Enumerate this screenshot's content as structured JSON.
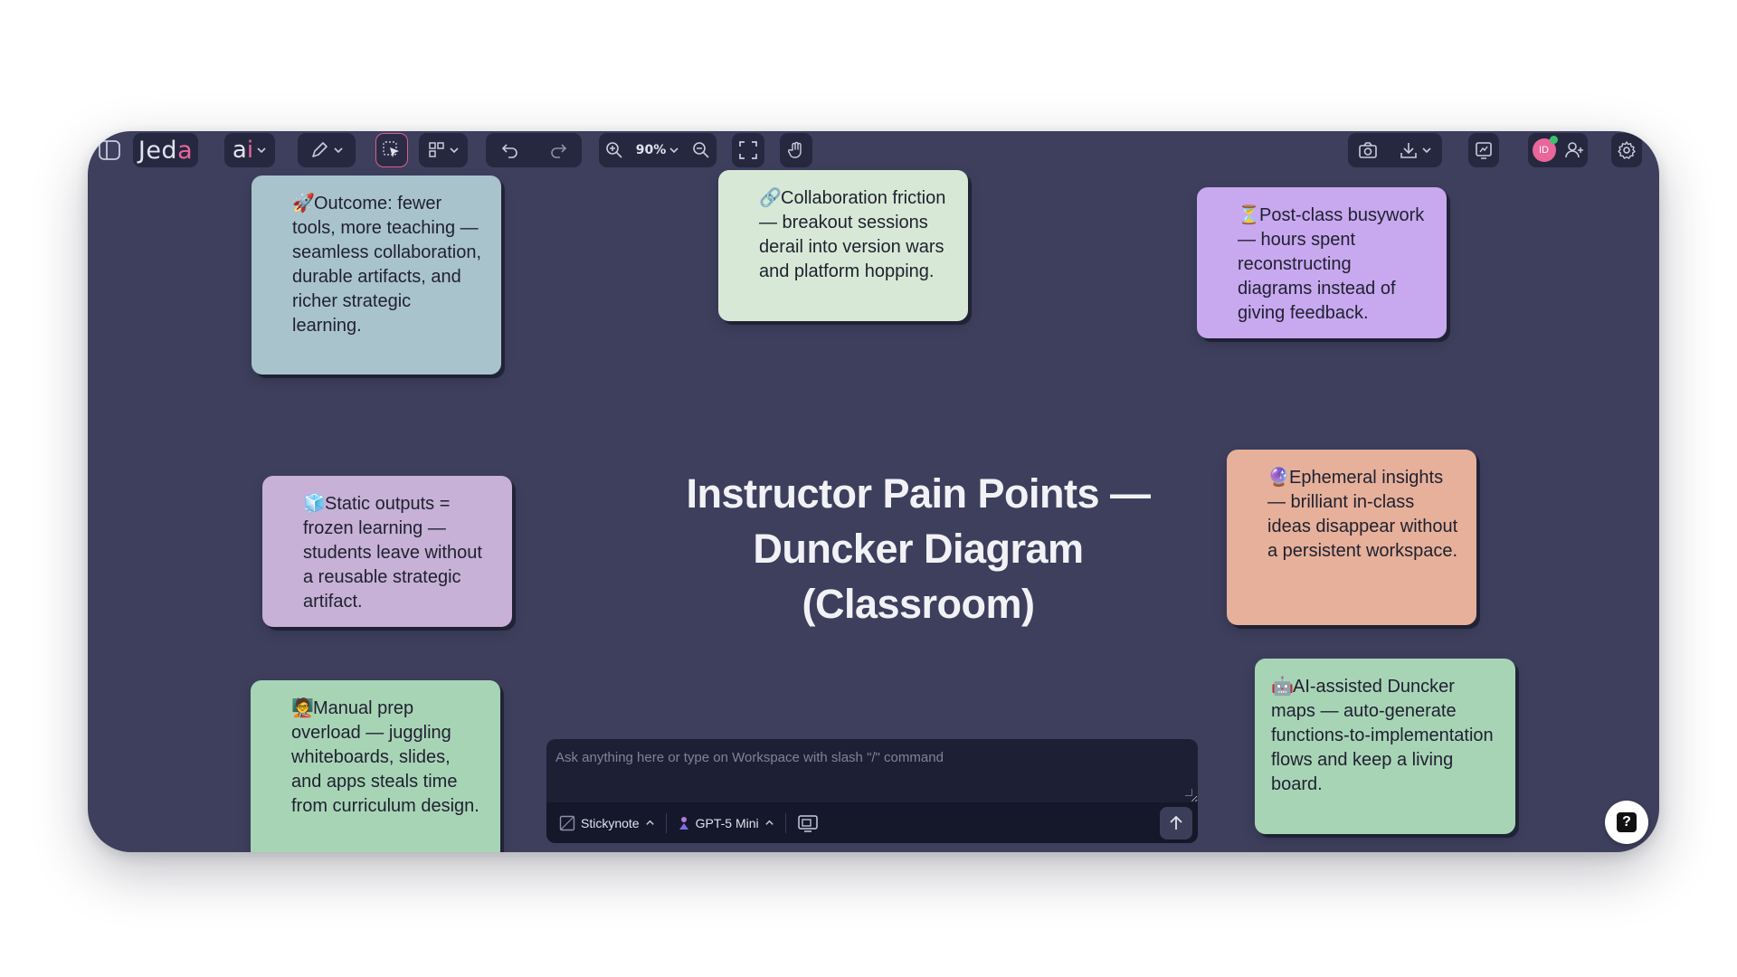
{
  "app": {
    "logo_text_main": "Jed",
    "logo_text_accent": "a",
    "ai_text_main": "a",
    "ai_text_accent": "i",
    "zoom_level": "90%"
  },
  "colors": {
    "canvas_bg": "#3d3f5d",
    "toolbar_bg": "#25283e",
    "accent": "#e9669a",
    "note_blue_gray": "#a9c3cc",
    "note_mint": "#d7e9d6",
    "note_lavender": "#c8a8ef",
    "note_mauve": "#c7b1d6",
    "note_peach": "#e6b09a",
    "note_sage": "#a8d4b6"
  },
  "icons": {
    "sidebar": "sidebar-toggle-icon",
    "pen": "pen-icon",
    "select": "pointer-select-icon",
    "shapes": "grid-shapes-icon",
    "undo": "undo-icon",
    "redo": "redo-icon",
    "zoom_in": "zoom-in-icon",
    "zoom_out": "zoom-out-icon",
    "fit": "fit-screen-icon",
    "pan": "hand-pan-icon",
    "camera": "camera-icon",
    "download": "download-icon",
    "present": "present-icon",
    "share": "add-user-icon",
    "settings": "gear-icon"
  },
  "user": {
    "initials": "ID"
  },
  "board": {
    "title_line1": "Instructor Pain Points —",
    "title_line2": "Duncker Diagram",
    "title_line3": "(Classroom)"
  },
  "notes": [
    {
      "emoji": "🚀",
      "text": "Outcome: fewer tools, more teaching — seamless collaboration, durable artifacts, and richer strategic learning."
    },
    {
      "emoji": "🔗",
      "text": "Collaboration friction — breakout sessions derail into version wars and platform hopping."
    },
    {
      "emoji": "⏳",
      "text": "Post-class busywork — hours spent reconstructing diagrams instead of giving feedback."
    },
    {
      "emoji": "🧊",
      "text": "Static outputs = frozen learning — students leave without a reusable strategic artifact."
    },
    {
      "emoji": "🔮",
      "text": "Ephemeral insights — brilliant in-class ideas disappear without a persistent workspace."
    },
    {
      "emoji": "🧑‍🏫",
      "text": "Manual prep overload — juggling whiteboards, slides, and apps steals time from curriculum design."
    },
    {
      "emoji": "🤖",
      "text": "AI-assisted Duncker maps — auto-generate functions-to-implementation flows and keep a living board."
    }
  ],
  "chat": {
    "placeholder": "Ask anything here or type on Workspace with slash \"/\" command",
    "mode_label": "Stickynote",
    "model_label": "GPT-5 Mini"
  },
  "help": {
    "label": "?"
  }
}
